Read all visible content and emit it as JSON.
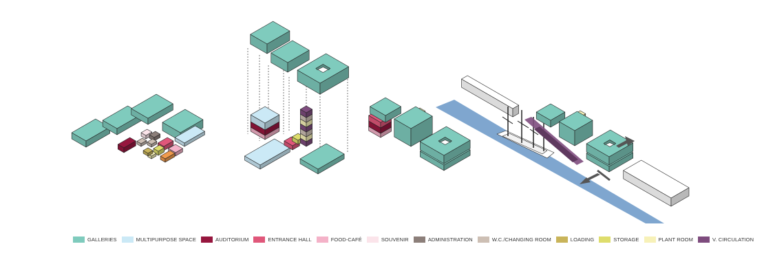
{
  "legend": [
    {
      "label": "GALLERIES",
      "color": "#7fcbbd"
    },
    {
      "label": "MULTIPURPOSE SPACE",
      "color": "#cbe9f6"
    },
    {
      "label": "AUDITORIUM",
      "color": "#96163e"
    },
    {
      "label": "ENTRANCE HALL",
      "color": "#e0577a"
    },
    {
      "label": "FOOD-CAFÉ",
      "color": "#f4b2c8"
    },
    {
      "label": "SOUVENIR",
      "color": "#fbe4ea"
    },
    {
      "label": "ADMINISTRATION",
      "color": "#8c7f7a"
    },
    {
      "label": "W.C./CHANGING ROOM",
      "color": "#cdbfb4"
    },
    {
      "label": "LOADING",
      "color": "#c9b45a"
    },
    {
      "label": "STORAGE",
      "color": "#dedd6c"
    },
    {
      "label": "PLANT ROOM",
      "color": "#f7f1b8"
    },
    {
      "label": "V. CIRCULATION",
      "color": "#7e4c7e"
    }
  ],
  "colors": {
    "stroke": "#222222",
    "water": "#7fa6cf",
    "land": "#ffffff",
    "orange": "#f09a4b"
  }
}
